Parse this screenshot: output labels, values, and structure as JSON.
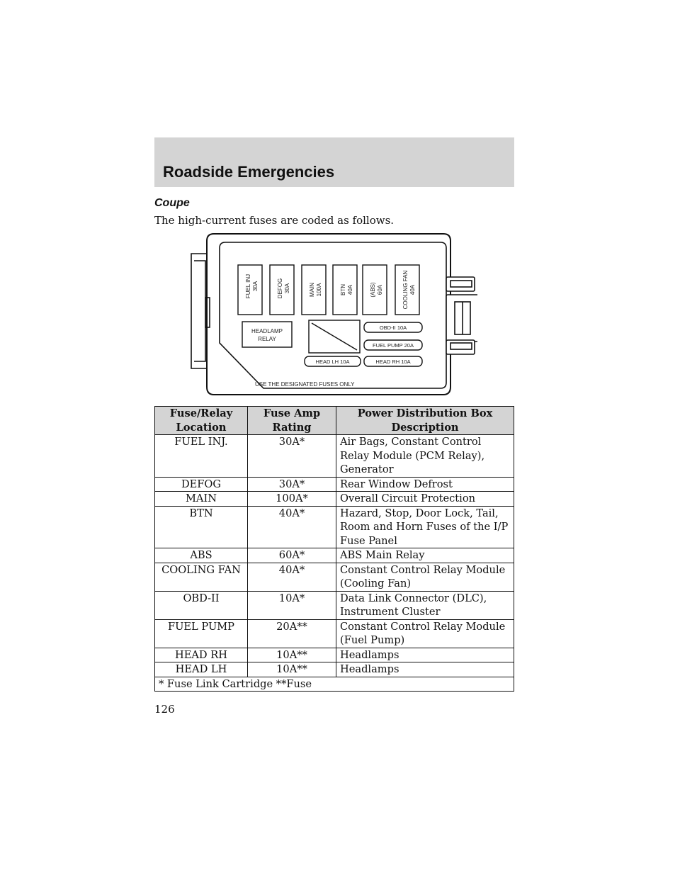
{
  "header": {
    "title": "Roadside Emergencies"
  },
  "section": {
    "title": "Coupe",
    "intro": "The high-current fuses are coded as follows."
  },
  "diagram": {
    "fuses": [
      {
        "line1": "FUEL INJ",
        "line2": "30A"
      },
      {
        "line1": "DEFOG",
        "line2": "30A"
      },
      {
        "line1": "MAIN",
        "line2": "100A"
      },
      {
        "line1": "BTN",
        "line2": "40A"
      },
      {
        "line1": "(ABS)",
        "line2": "60A"
      },
      {
        "line1": "COOLING FAN",
        "line2": "40A"
      }
    ],
    "relay_line1": "HEADLAMP",
    "relay_line2": "RELAY",
    "slots": [
      "OBD-II 10A",
      "FUEL PUMP 20A",
      "HEAD LH 10A",
      "HEAD RH 10A"
    ],
    "notice": "USE THE DESIGNATED FUSES ONLY"
  },
  "table": {
    "headers": {
      "location_l1": "Fuse/Relay",
      "location_l2": "Location",
      "rating_l1": "Fuse Amp",
      "rating_l2": "Rating",
      "desc_l1": "Power Distribution Box",
      "desc_l2": "Description"
    },
    "rows": [
      {
        "location": "FUEL INJ.",
        "rating": "30A*",
        "description": "Air Bags, Constant Control Relay Module (PCM Relay), Generator"
      },
      {
        "location": "DEFOG",
        "rating": "30A*",
        "description": "Rear Window Defrost"
      },
      {
        "location": "MAIN",
        "rating": "100A*",
        "description": "Overall Circuit Protection"
      },
      {
        "location": "BTN",
        "rating": "40A*",
        "description": "Hazard, Stop, Door Lock, Tail, Room and Horn Fuses of the I/P Fuse Panel"
      },
      {
        "location": "ABS",
        "rating": "60A*",
        "description": "ABS Main Relay"
      },
      {
        "location": "COOLING FAN",
        "rating": "40A*",
        "description": "Constant Control Relay Module (Cooling Fan)"
      },
      {
        "location": "OBD-II",
        "rating": "10A*",
        "description": "Data Link Connector (DLC), Instrument Cluster"
      },
      {
        "location": "FUEL PUMP",
        "rating": "20A**",
        "description": "Constant Control Relay Module (Fuel Pump)"
      },
      {
        "location": "HEAD RH",
        "rating": "10A**",
        "description": "Headlamps"
      },
      {
        "location": "HEAD LH",
        "rating": "10A**",
        "description": "Headlamps"
      }
    ],
    "footnote": "* Fuse Link Cartridge **Fuse"
  },
  "page_number": "126"
}
